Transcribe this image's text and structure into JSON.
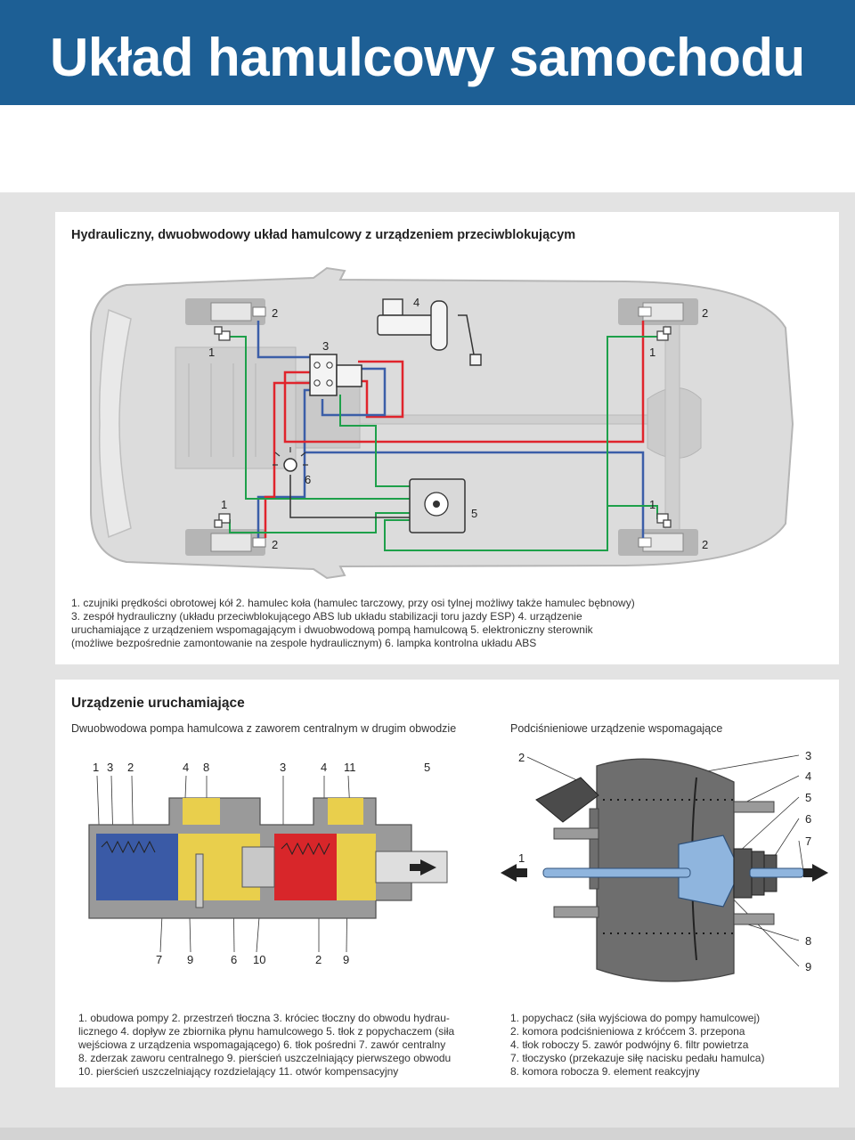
{
  "header": {
    "title": "Układ hamulcowy samochodu"
  },
  "section1": {
    "title": "Hydrauliczny, dwuobwodowy układ hamulcowy z urządzeniem przeciwblokującym",
    "labels": {
      "l1": "1",
      "l2": "2",
      "l3": "3",
      "l4": "4",
      "l5": "5",
      "l6": "6"
    },
    "legend": [
      "1. czujniki prędkości obrotowej kół 2. hamulec koła (hamulec tarczowy, przy osi tylnej możliwy także hamulec bębnowy)",
      "3. zespół hydrauliczny (układu przeciwblokującego ABS lub układu stabilizacji toru jazdy ESP) 4. urządzenie",
      "uruchamiające z urządzeniem wspomagającym i dwuobwodową pompą hamulcową 5. elektroniczny sterownik",
      "(możliwe bezpośrednie zamontowanie na zespole hydraulicznym) 6. lampka kontrolna układu ABS"
    ]
  },
  "section2": {
    "title": "Urządzenie uruchamiające",
    "left": {
      "subtitle": "Dwuobwodowa pompa hamulcowa z zaworem centralnym w drugim obwodzie",
      "top_labels": [
        "1",
        "3",
        "2",
        "4",
        "8",
        "3",
        "4",
        "11",
        "5"
      ],
      "bottom_labels": [
        "7",
        "9",
        "6",
        "10",
        "2",
        "9"
      ],
      "legend": [
        "1. obudowa pompy 2. przestrzeń tłoczna 3. króciec tłoczny do obwodu hydrau-",
        "licznego 4. dopływ ze zbiornika płynu hamulcowego 5. tłok z popychaczem (siła",
        "wejściowa z urządzenia wspomagającego) 6. tłok pośredni 7. zawór centralny",
        "8. zderzak zaworu centralnego 9. pierścień uszczelniający pierwszego obwodu",
        "10. pierścień uszczelniający rozdzielający 11. otwór kompensacyjny"
      ]
    },
    "right": {
      "subtitle": "Podciśnieniowe urządzenie wspomagające",
      "labels": [
        "2",
        "1",
        "3",
        "4",
        "5",
        "6",
        "7",
        "8",
        "9"
      ],
      "legend": [
        "1. popychacz (siła wyjściowa do pompy hamulcowej)",
        "2. komora podciśnieniowa z króćcem 3. przepona",
        "4. tłok roboczy 5. zawór podwójny 6. filtr powietrza",
        "7. tłoczysko (przekazuje siłę nacisku pedału hamulca)",
        "8. komora robocza 9. element reakcyjny"
      ]
    }
  },
  "colors": {
    "banner": "#1d5f95",
    "circuit_red": "#e0242c",
    "circuit_blue": "#3b5ea8",
    "sensor_green": "#1ea04a",
    "chamber_yellow": "#e9cf4c",
    "chamber_blue": "#3a5aa6",
    "chamber_red": "#d8262a",
    "booster_blue": "#8fb5de"
  }
}
